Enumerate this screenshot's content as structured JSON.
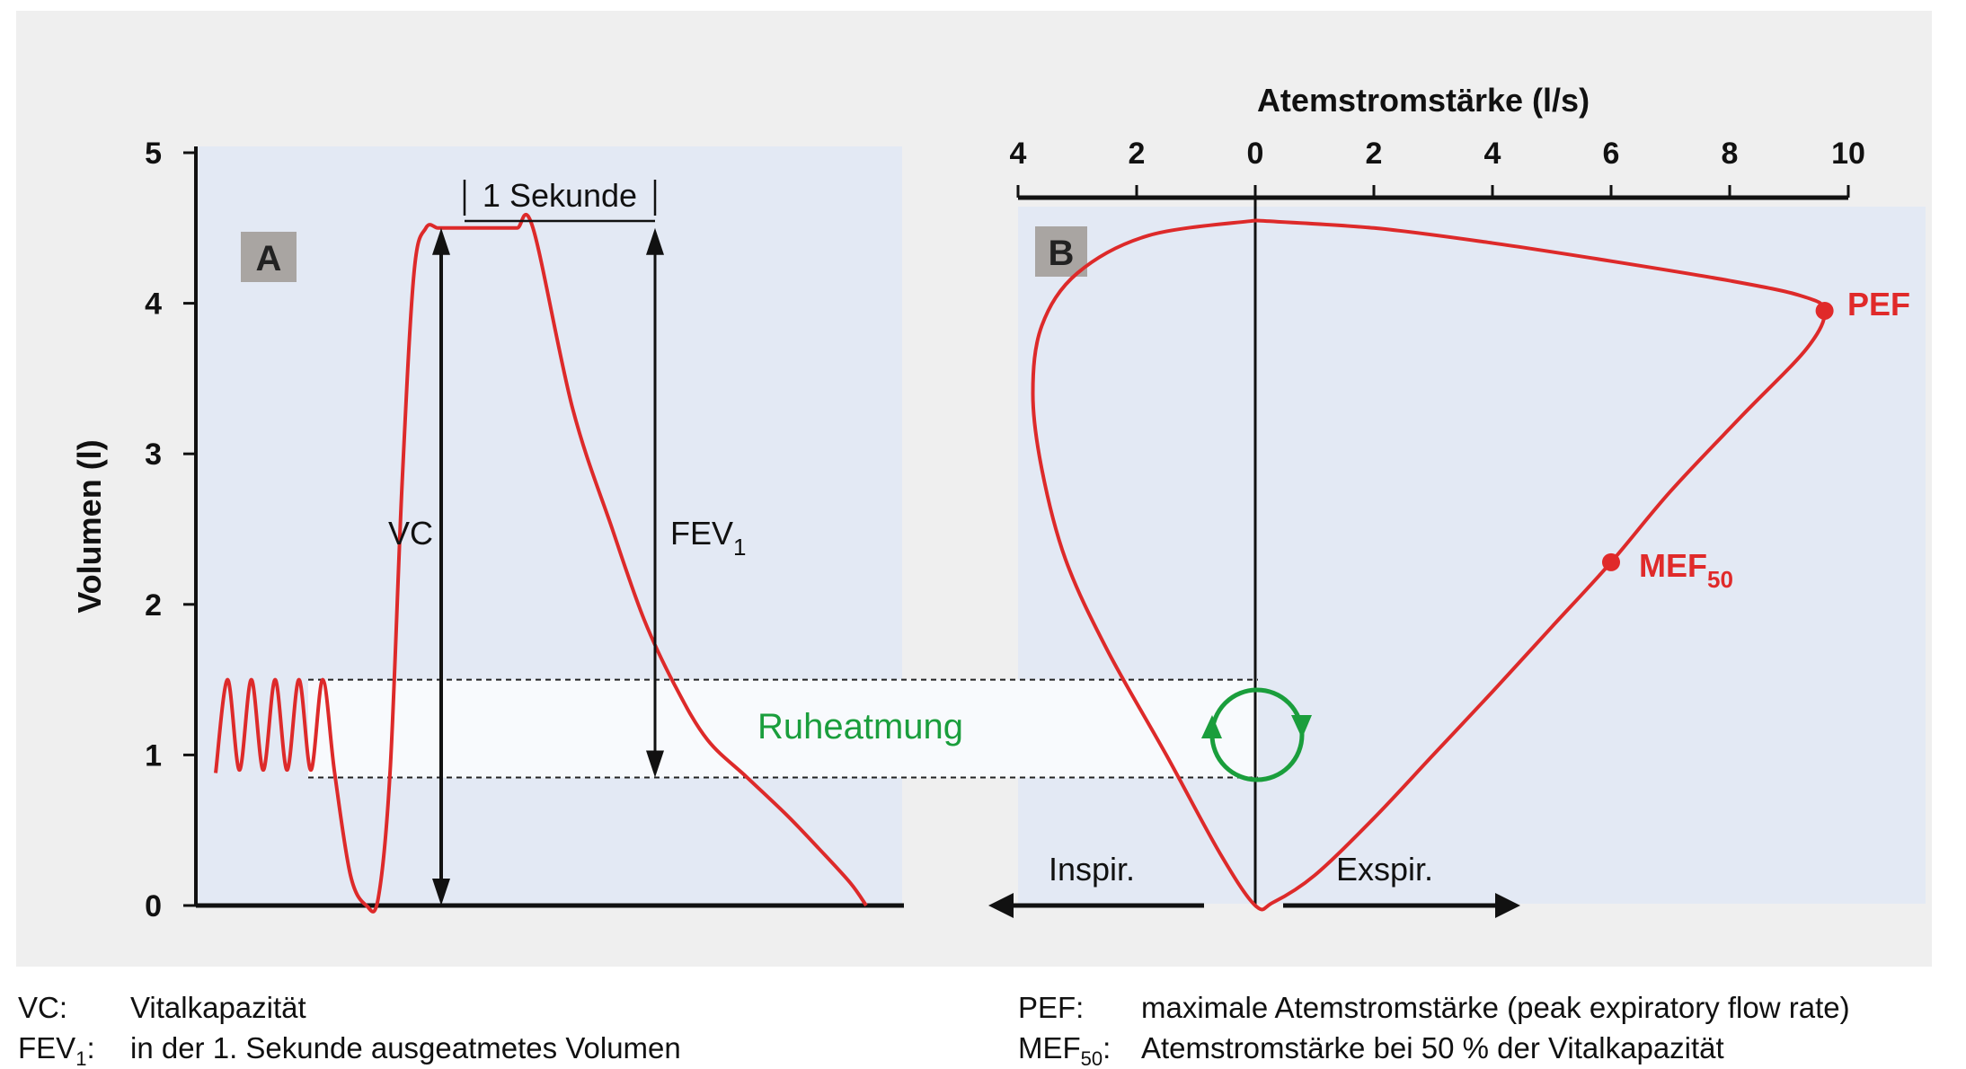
{
  "chart_data": [
    {
      "type": "line",
      "panel_label": "A",
      "ylabel": "Volumen (l)",
      "ylim": [
        0,
        5
      ],
      "yticks": [
        "0",
        "1",
        "2",
        "3",
        "4",
        "5"
      ],
      "series": [
        {
          "x": [
            0,
            0.15,
            0.3,
            0.45,
            0.6,
            0.75,
            0.9,
            1.05,
            1.2,
            1.35,
            1.5,
            1.7,
            1.9,
            2.05,
            2.2,
            2.35,
            2.5,
            2.65,
            2.8,
            2.95,
            3.15,
            3.35,
            3.6,
            3.8,
            4.0,
            4.5,
            5.0,
            5.4,
            5.8,
            6.2,
            6.7,
            7.2,
            7.6,
            8.0,
            8.2
          ],
          "y": [
            0.88,
            1.5,
            0.9,
            1.5,
            0.9,
            1.5,
            0.9,
            1.5,
            0.9,
            1.5,
            0.88,
            0.2,
            0.0,
            0.05,
            0.9,
            2.8,
            4.2,
            4.5,
            4.5,
            4.5,
            4.5,
            4.5,
            4.5,
            4.5,
            4.5,
            3.3,
            2.5,
            1.9,
            1.45,
            1.1,
            0.85,
            0.6,
            0.38,
            0.15,
            0.0
          ]
        }
      ],
      "annotations": {
        "interval": "1 Sekunde",
        "vc": "VC",
        "fev": "FEV",
        "fev_sub": "1",
        "vc_range": [
          0,
          4.5
        ],
        "fev_range": [
          0.85,
          4.5
        ]
      }
    },
    {
      "type": "line",
      "panel_label": "B",
      "xlabel": "Atemstromstärke (l/s)",
      "xticks": [
        "4",
        "2",
        "0",
        "2",
        "4",
        "6",
        "8",
        "10"
      ],
      "xlim": [
        -4,
        10
      ],
      "ylim": [
        0,
        5
      ],
      "series": [
        {
          "x": [
            0,
            2,
            4,
            6,
            8,
            9.2,
            9.6,
            9.3,
            8.2,
            7.0,
            6.0,
            5.0,
            4.0,
            3.0,
            2.0,
            1.0,
            0.3,
            0.0,
            -0.6,
            -1.5,
            -2.5,
            -3.2,
            -3.6,
            -3.75,
            -3.6,
            -3.0,
            -1.8,
            0.0
          ],
          "y": [
            4.55,
            4.5,
            4.4,
            4.28,
            4.15,
            4.05,
            3.95,
            3.7,
            3.25,
            2.75,
            2.28,
            1.85,
            1.42,
            1.0,
            0.58,
            0.2,
            0.02,
            0.0,
            0.35,
            1.0,
            1.7,
            2.3,
            2.9,
            3.4,
            3.85,
            4.2,
            4.45,
            4.55
          ]
        }
      ],
      "points": [
        {
          "label": "PEF",
          "x": 9.6,
          "y": 3.95
        },
        {
          "label": "MEF",
          "sub": "50",
          "x": 6.0,
          "y": 2.28
        }
      ],
      "direction_labels": {
        "inspiration": "Inspir.",
        "expiration": "Exspir."
      }
    }
  ],
  "shared": {
    "rest_band_label": "Ruheatmung",
    "rest_band": [
      0.85,
      1.5
    ]
  },
  "legend": {
    "vc_key": "VC:",
    "vc_text": "Vitalkapazität",
    "fev_key": "FEV",
    "fev_sub": "1",
    "fev_colon": ":",
    "fev_text": "in der 1. Sekunde ausgeatmetes Volumen",
    "pef_key": "PEF:",
    "pef_text": "maximale Atemstromstärke (peak expiratory flow rate)",
    "mef_key": "MEF",
    "mef_sub": "50",
    "mef_colon": ":",
    "mef_text": "Atemstromstärke bei 50 % der Vitalkapazität"
  },
  "colors": {
    "curve": "#dd2a2a",
    "rest": "#1a9e3c",
    "panel_bg": "#e3e9f4",
    "frame_bg": "#eeeeee"
  }
}
